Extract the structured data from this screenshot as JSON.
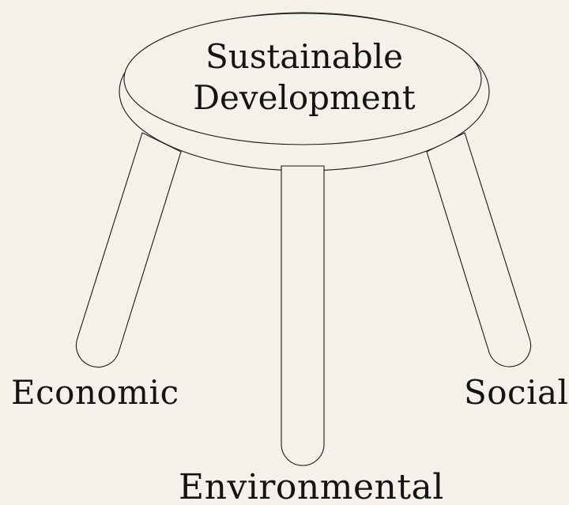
{
  "diagram": {
    "seat": {
      "line1": "Sustainable",
      "line2": "Development"
    },
    "legs": {
      "left": "Economic",
      "right": "Social",
      "center": "Environmental"
    },
    "colors": {
      "background": "#f4f0ea",
      "stroke": "#1a1a1a",
      "text": "#141414"
    }
  }
}
